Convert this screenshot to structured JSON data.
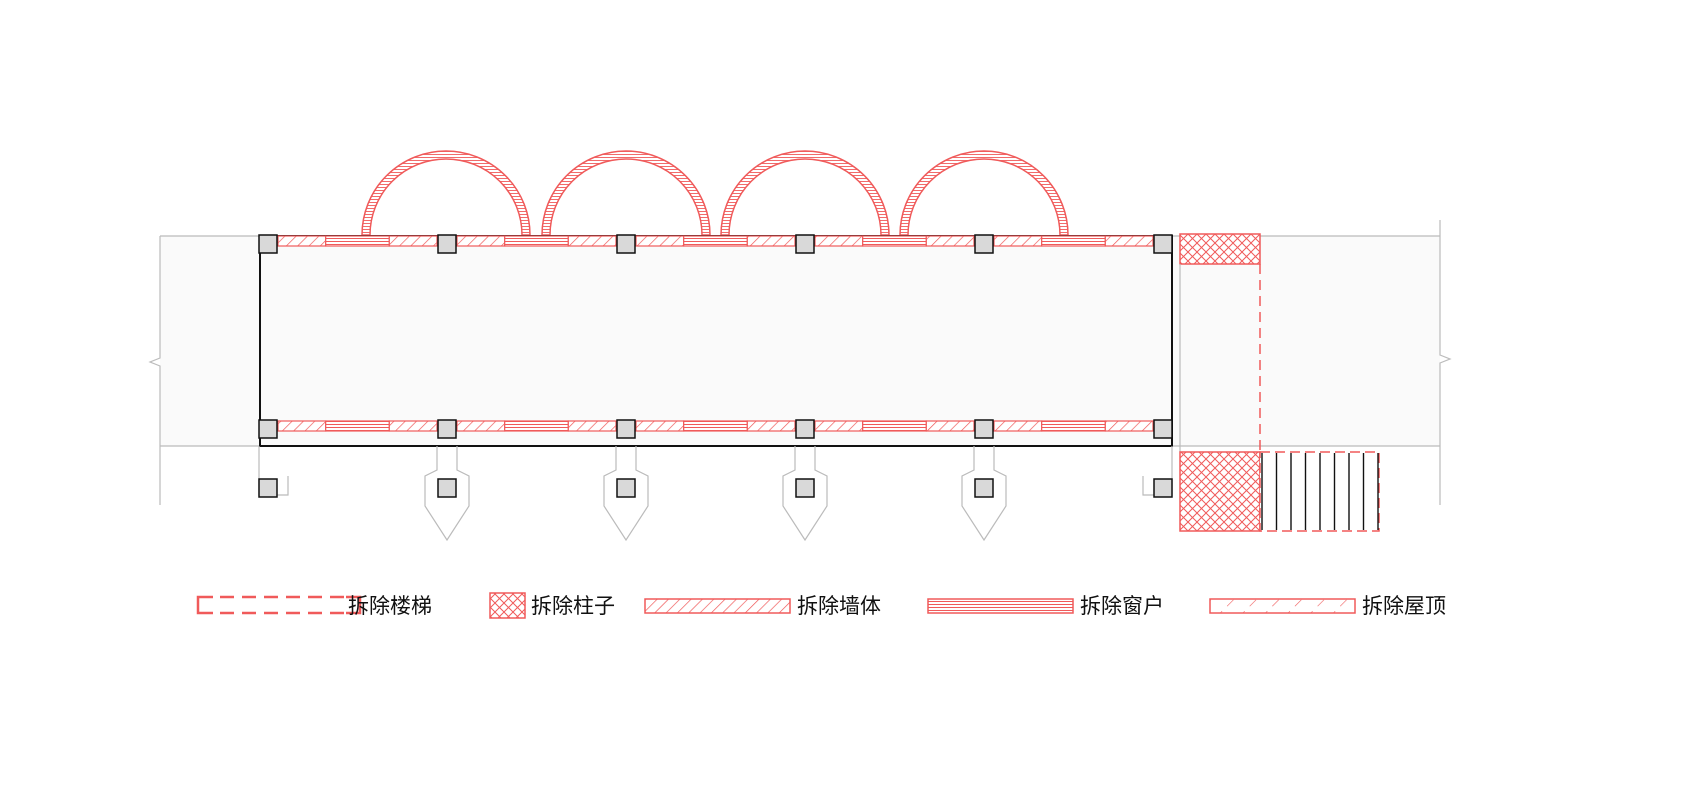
{
  "colors": {
    "demolition": "#f05a5a",
    "outline": "#111111",
    "context": "#bbbbbb",
    "column_fill": "#d9d9d9",
    "floor_fill": "#fafafa"
  },
  "legend": [
    {
      "key": "stairs",
      "label": "拆除楼梯"
    },
    {
      "key": "columns",
      "label": "拆除柱子"
    },
    {
      "key": "walls",
      "label": "拆除墙体"
    },
    {
      "key": "windows",
      "label": "拆除窗户"
    },
    {
      "key": "roof",
      "label": "拆除屋顶"
    }
  ],
  "plan": {
    "columns_per_row": 6,
    "arches": 4,
    "stair_treads": 8
  }
}
